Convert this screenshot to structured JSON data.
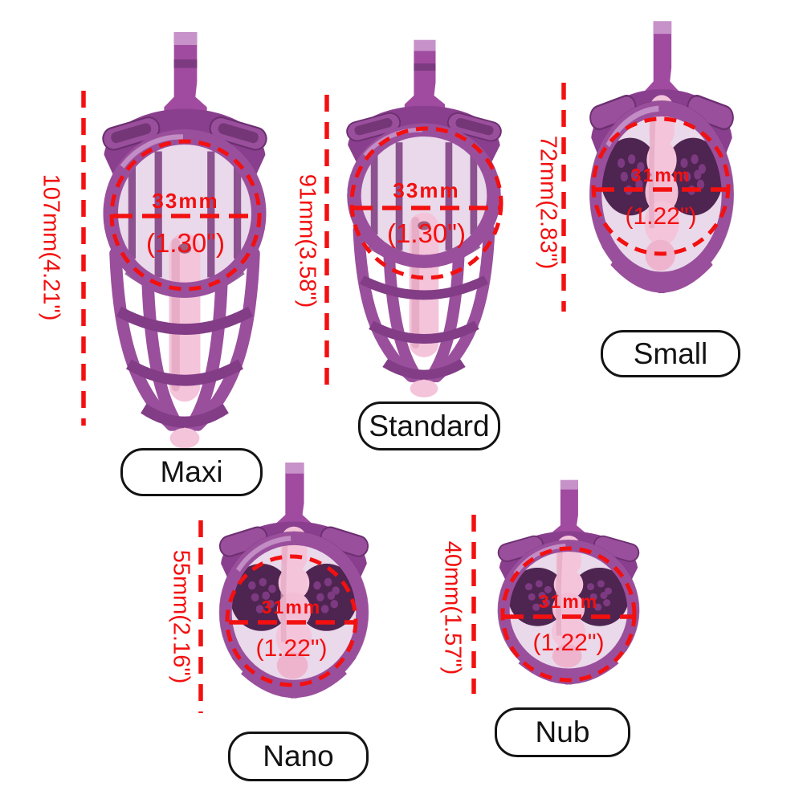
{
  "canvas": {
    "background": "#ffffff"
  },
  "colors": {
    "annotation_red": "#f21010",
    "label_border": "#131313",
    "label_text": "#131313",
    "label_fill": "#ffffff",
    "cage_purple": "#9a4f9c",
    "cage_purple_dark": "#6b2f70",
    "cage_purple_deep": "#4e2450",
    "cage_purple_light": "#c792c9",
    "insert_pink": "#f4c4da",
    "insert_pink_shade": "#e3a8c2",
    "insert_hole": "#a25c7e"
  },
  "products": [
    {
      "id": "maxi",
      "label": "Maxi",
      "measurements": {
        "length": "107mm(4.21\")",
        "inner_diameter_mm": "33mm",
        "inner_diameter_inch": "(1.30\")"
      }
    },
    {
      "id": "standard",
      "label": "Standard",
      "measurements": {
        "length": "91mm(3.58\")",
        "inner_diameter_mm": "33mm",
        "inner_diameter_inch": "(1.30\")"
      }
    },
    {
      "id": "small",
      "label": "Small",
      "measurements": {
        "length": "72mm(2.83\")",
        "inner_diameter_mm": "31mm",
        "inner_diameter_inch": "(1.22\")"
      }
    },
    {
      "id": "nano",
      "label": "Nano",
      "measurements": {
        "length": "55mm(2.16\")",
        "inner_diameter_mm": "31mm",
        "inner_diameter_inch": "(1.22\")"
      }
    },
    {
      "id": "nub",
      "label": "Nub",
      "measurements": {
        "length": "40mm(1.57\")",
        "inner_diameter_mm": "31mm",
        "inner_diameter_inch": "(1.22\")"
      }
    }
  ]
}
